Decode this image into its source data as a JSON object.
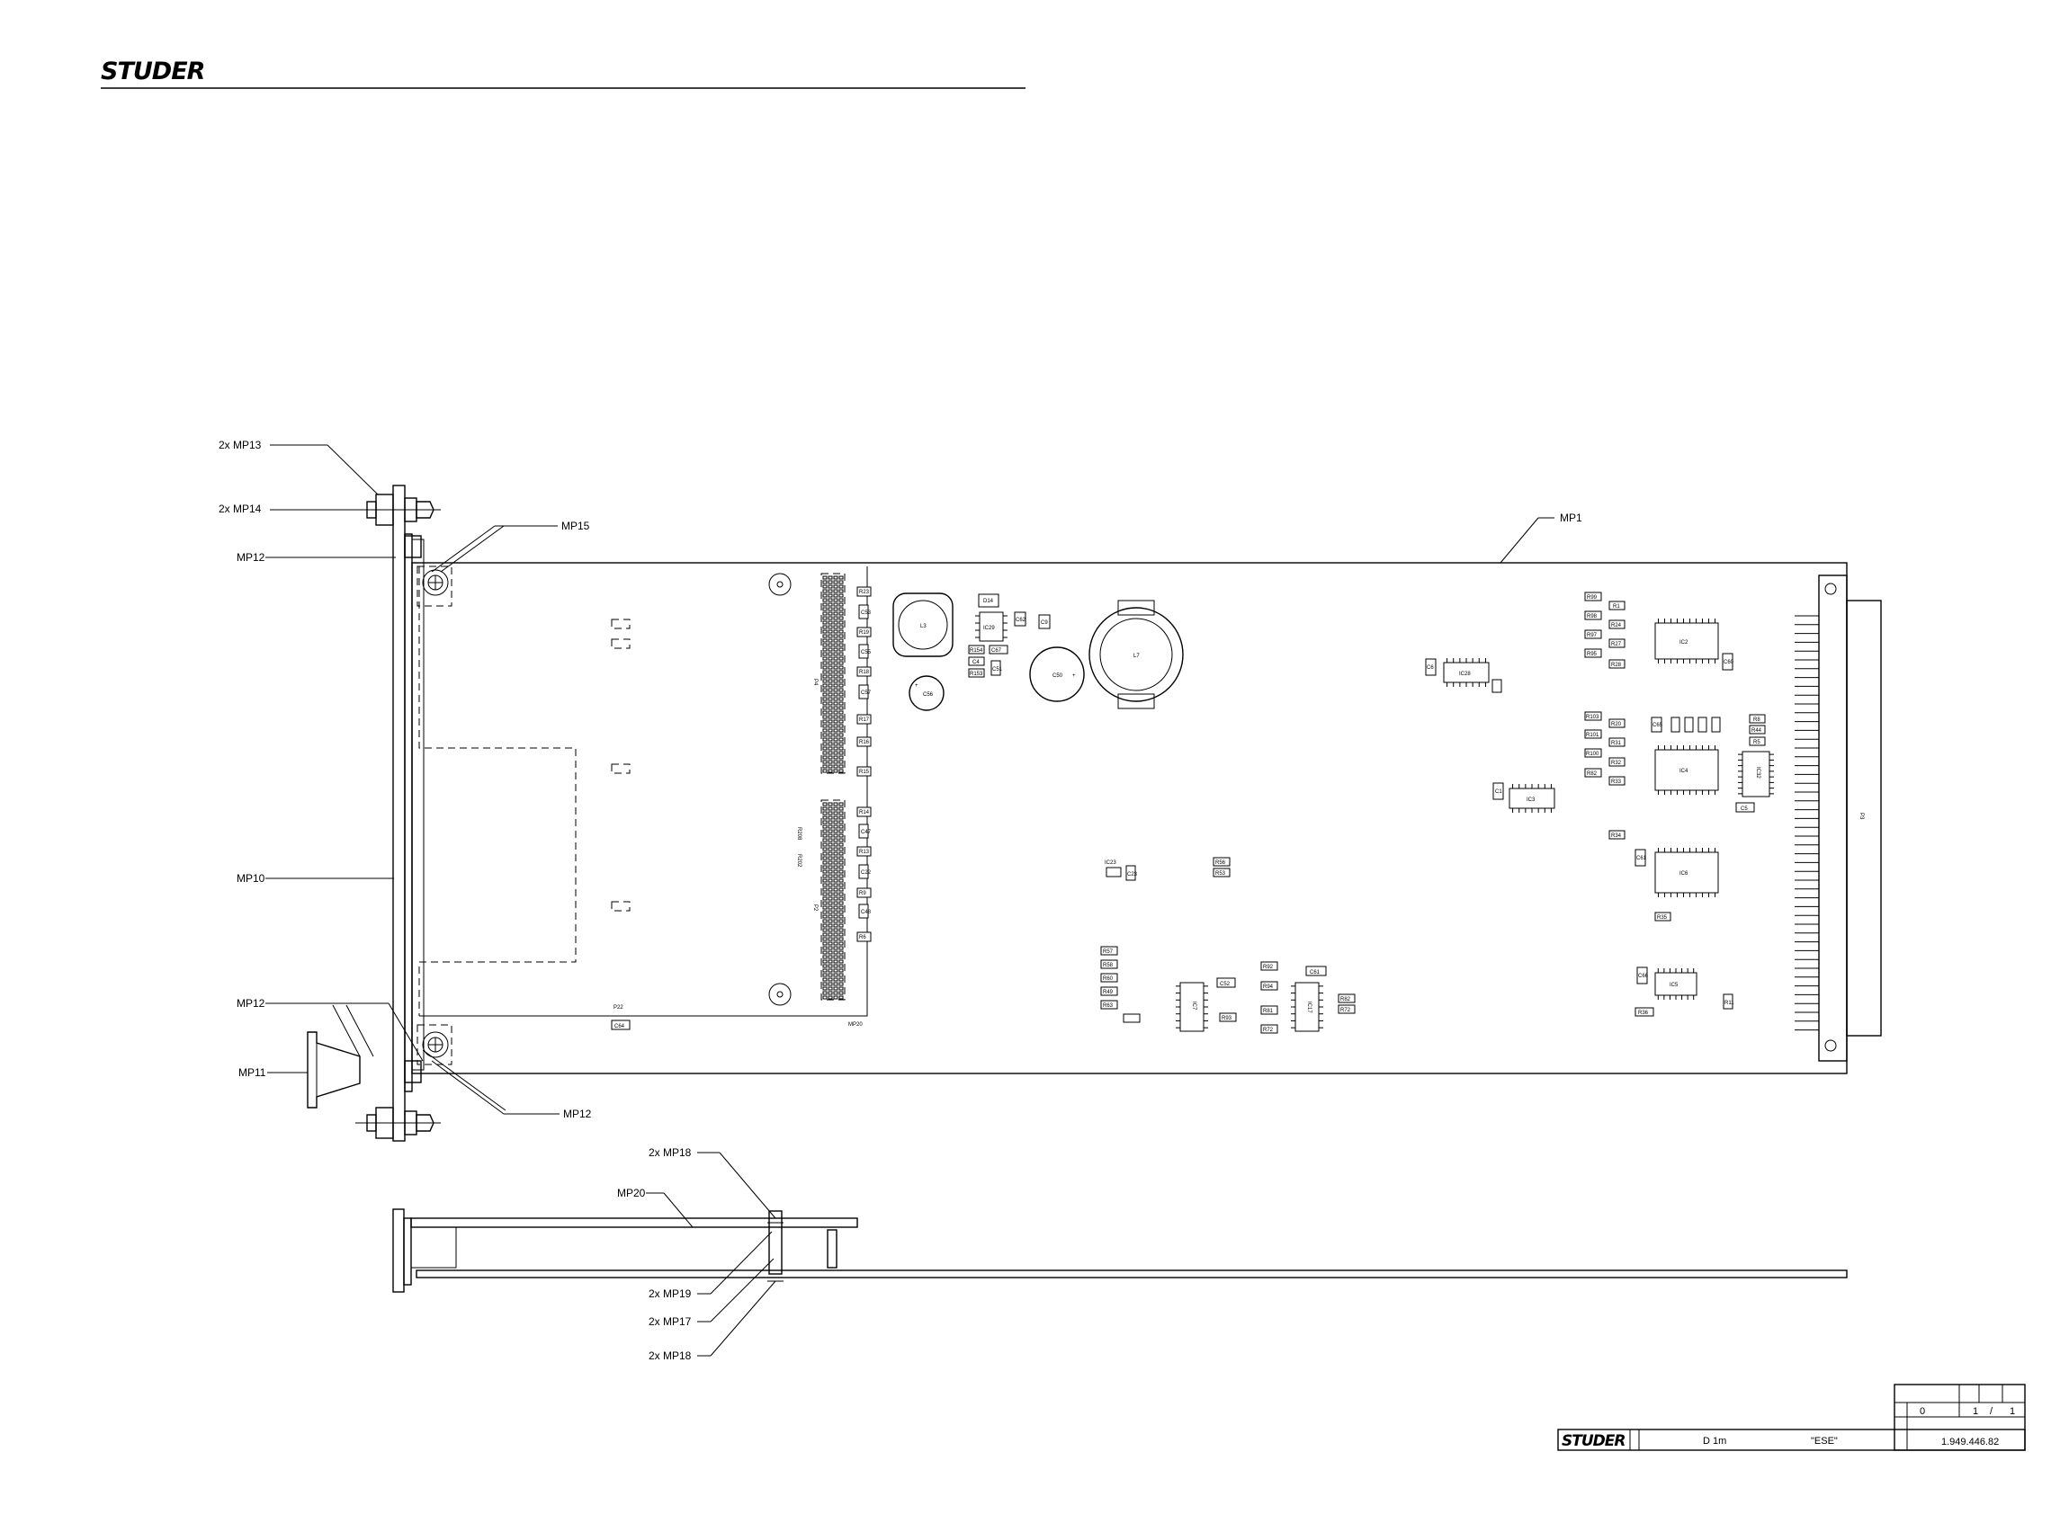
{
  "header": {
    "brand": "STUDER"
  },
  "callouts": {
    "mp13": "2x  MP13",
    "mp14": "2x  MP14",
    "mp15": "MP15",
    "mp12_top": "MP12",
    "mp10": "MP10",
    "mp12_mid": "MP12",
    "mp11": "MP11",
    "mp12_bot": "MP12",
    "mp1": "MP1",
    "mp18_top": "2x  MP18",
    "mp20": "MP20",
    "mp19": "2x  MP19",
    "mp17": "2x  MP17",
    "mp18_bot": "2x  MP18"
  },
  "pcb": {
    "board_label": "MP20",
    "connector": "P3",
    "components": {
      "l3": "L3",
      "l7": "L7",
      "c56": "C56",
      "c50": "C50",
      "ic29": "IC29",
      "d14": "D14",
      "ic28": "IC28",
      "ic3": "IC3",
      "ic2": "IC2",
      "ic4": "IC4",
      "ic6": "IC6",
      "ic5": "IC5",
      "ic7": "IC7",
      "ic17": "IC17",
      "ic23": "IC23",
      "ic32": "IC32",
      "p4": "P4",
      "p2": "P2",
      "c64": "C64",
      "c61": "C61",
      "c66": "C66",
      "p22": "P22",
      "c57": "C57",
      "c52": "C52",
      "c6": "C6",
      "c1": "C1",
      "r99": "R99",
      "r98": "R98",
      "r97": "R97",
      "r95": "R95",
      "r103": "R103",
      "r101": "R101",
      "r100": "R100",
      "r1": "R1",
      "r24": "R24",
      "r27": "R27",
      "r28": "R28",
      "r31": "R31",
      "r32": "R32",
      "r34": "R34",
      "r33": "R33",
      "r44": "R44",
      "r8": "R8",
      "r5": "R5",
      "c5": "C5",
      "c60": "C60",
      "c65": "C65",
      "r35": "R35",
      "r36": "R36",
      "r56": "R56",
      "r53": "R53",
      "r57": "R57",
      "r58": "R58",
      "r60": "R60",
      "r92": "R92",
      "r93": "R93",
      "r94": "R94",
      "r63": "R63",
      "r81": "R81",
      "r72": "R72",
      "r82": "R82",
      "c23": "C23",
      "r9": "R9",
      "r13": "R13",
      "r14": "R14",
      "r15": "R15",
      "r16": "R16",
      "r17": "R17",
      "r18": "R18",
      "r19": "R19",
      "c53": "C53",
      "c55": "C55",
      "c47": "C47",
      "c22": "C22",
      "c48": "C48",
      "r6": "R6",
      "r11": "R11",
      "r49": "R49",
      "r20": "R20",
      "r23": "R23",
      "r208": "R208",
      "r202": "R202",
      "c62": "C62",
      "c67": "C67",
      "r154": "R154",
      "r153": "R153",
      "c4": "C4",
      "c51": "C51",
      "c9": "C9"
    }
  },
  "title_block": {
    "brand": "STUDER",
    "field_1": "D  1m",
    "field_2": "\"ESE\"",
    "index": "0",
    "sheet": "1",
    "sheet_sep": "/",
    "sheets_total": "1",
    "drawing_number": "1.949.446.82"
  }
}
